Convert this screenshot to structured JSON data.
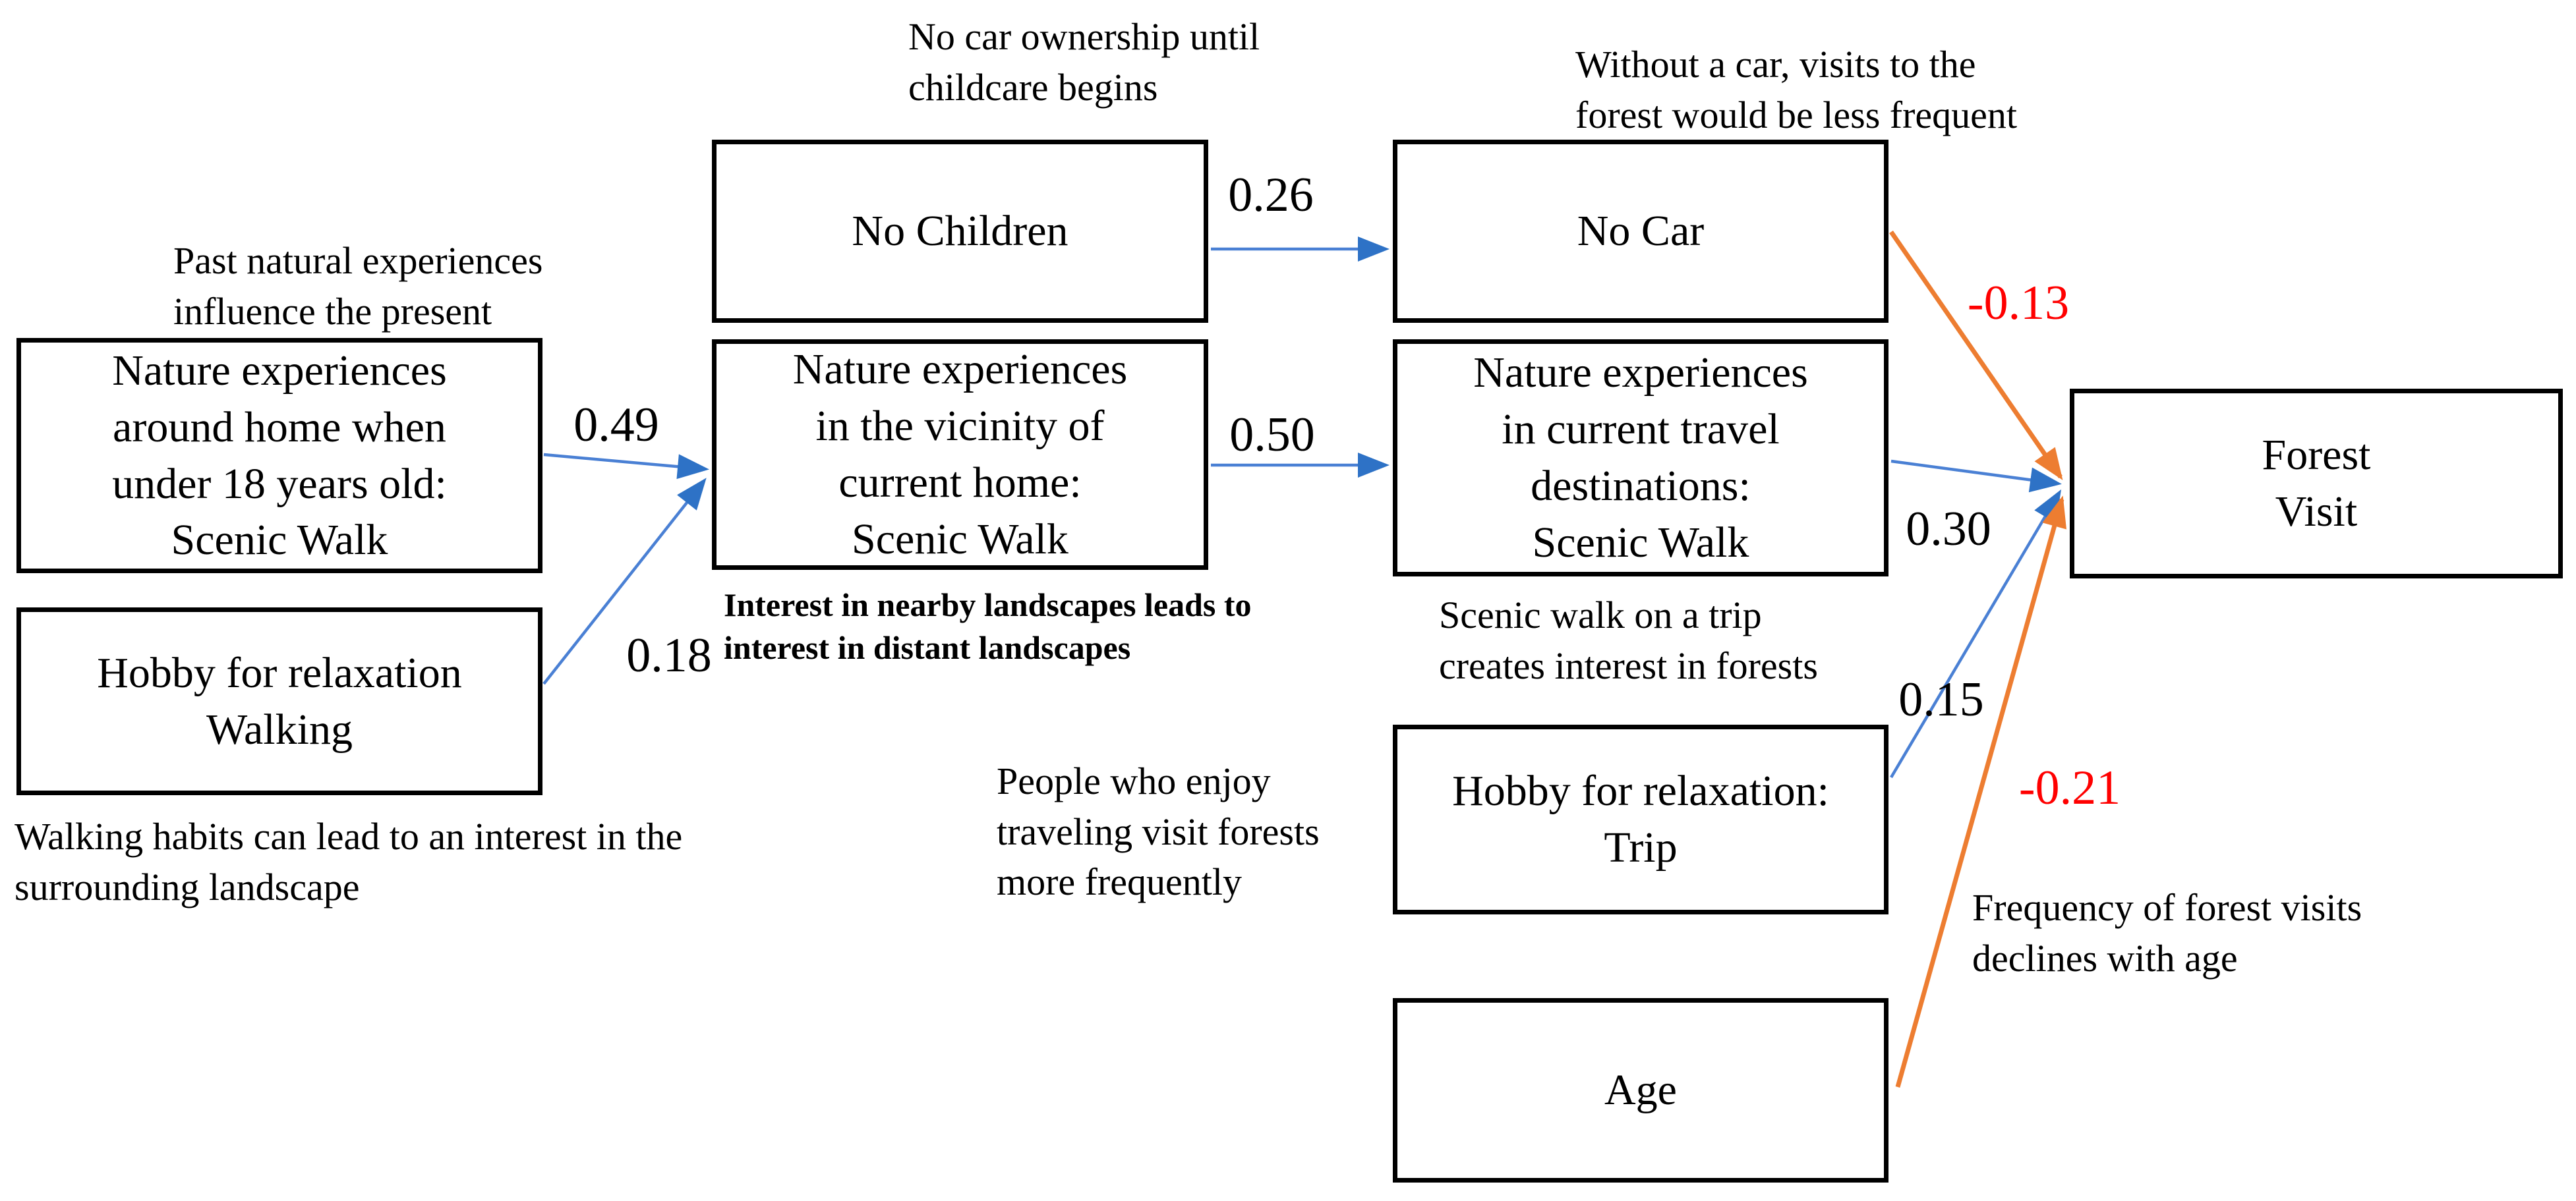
{
  "figure": {
    "type": "path-model-diagram",
    "boxes": [
      {
        "id": "home",
        "label": "Nature experiences\naround home when\nunder 18 years old:\nScenic Walk"
      },
      {
        "id": "walking",
        "label": "Hobby for relaxation\nWalking"
      },
      {
        "id": "no-children",
        "label": "No Children"
      },
      {
        "id": "vicinity",
        "label": "Nature experiences\nin the vicinity of\ncurrent home:\nScenic Walk"
      },
      {
        "id": "no-car",
        "label": "No Car"
      },
      {
        "id": "travel",
        "label": "Nature experiences\nin current travel\ndestinations:\nScenic Walk"
      },
      {
        "id": "trip",
        "label": "Hobby for relaxation:\nTrip"
      },
      {
        "id": "age",
        "label": "Age"
      },
      {
        "id": "forest",
        "label": "Forest\nVisit"
      }
    ],
    "edges": [
      {
        "from": "home",
        "to": "vicinity",
        "value": "0.49",
        "sign": "positive",
        "color": "#4A80D4"
      },
      {
        "from": "walking",
        "to": "vicinity",
        "value": "0.18",
        "sign": "positive",
        "color": "#4A80D4"
      },
      {
        "from": "no-children",
        "to": "no-car",
        "value": "0.26",
        "sign": "positive",
        "color": "#4A80D4"
      },
      {
        "from": "vicinity",
        "to": "travel",
        "value": "0.50",
        "sign": "positive",
        "color": "#4A80D4"
      },
      {
        "from": "no-car",
        "to": "forest",
        "value": "-0.13",
        "sign": "negative",
        "color": "#ED7D31"
      },
      {
        "from": "travel",
        "to": "forest",
        "value": "0.30",
        "sign": "positive",
        "color": "#4A80D4"
      },
      {
        "from": "trip",
        "to": "forest",
        "value": "0.15",
        "sign": "positive",
        "color": "#4A80D4"
      },
      {
        "from": "age",
        "to": "forest",
        "value": "-0.21",
        "sign": "negative",
        "color": "#ED7D31"
      }
    ],
    "annotations": [
      {
        "id": "past-experiences",
        "text": "Past natural experiences\ninfluence the present"
      },
      {
        "id": "no-car-ownership",
        "text": "No car ownership until\nchildcare begins"
      },
      {
        "id": "without-car",
        "text": "Without a car, visits to the\nforest would be less frequent"
      },
      {
        "id": "nearby-interest",
        "text": "Interest in nearby landscapes leads to\ninterest in distant landscapes"
      },
      {
        "id": "scenic-trip",
        "text": "Scenic walk on a trip\ncreates interest in forests"
      },
      {
        "id": "people-travel",
        "text": "People who enjoy\ntraveling visit forests\nmore frequently"
      },
      {
        "id": "walking-habits",
        "text": "Walking habits can lead to an interest in the\nsurrounding landscape"
      },
      {
        "id": "age-decline",
        "text": "Frequency of forest visits\ndeclines with age"
      }
    ],
    "colors": {
      "positive_path": "#4A80D4",
      "positive_arrowhead": "#2E72C6",
      "negative_path": "#ED7D31",
      "negative_label": "#FF0000",
      "box_border": "#000000",
      "background": "#FFFFFF"
    }
  }
}
